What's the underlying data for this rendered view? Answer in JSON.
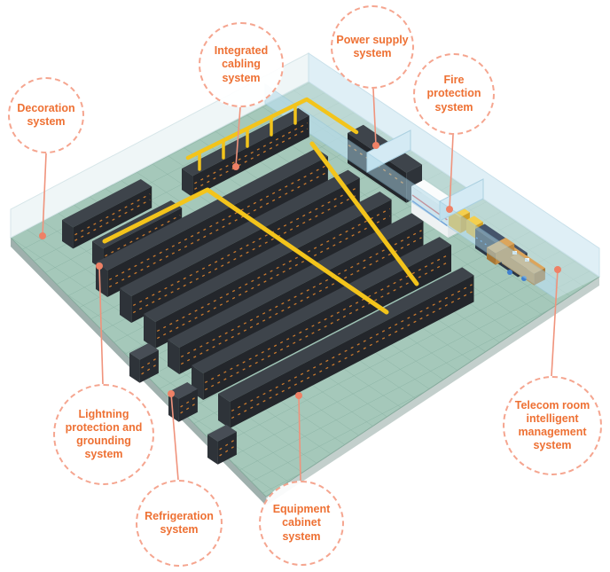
{
  "callouts": [
    {
      "id": "decoration-system",
      "label": "Decoration system"
    },
    {
      "id": "integrated-cabling-system",
      "label": "Integrated cabling system"
    },
    {
      "id": "power-supply-system",
      "label": "Power supply system"
    },
    {
      "id": "fire-protection-system",
      "label": "Fire protection system"
    },
    {
      "id": "lightning-protection-and-grounding-system",
      "label": "Lightning protection and grounding system"
    },
    {
      "id": "refrigeration-system",
      "label": "Refrigeration system"
    },
    {
      "id": "equipment-cabinet-system",
      "label": "Equipment cabinet system"
    },
    {
      "id": "telecom-room-intelligent-management-system",
      "label": "Telecom room intelligent management system"
    }
  ],
  "colors": {
    "callout_border": "#f5a58f",
    "callout_text": "#ee7134",
    "leader": "#f0937c",
    "leader_dot": "#ee8166",
    "floor": "#a5c8ba",
    "floor_grid": "#8cb4a5",
    "floor_edge_left": "#9fb0ad",
    "floor_edge_right": "#c3cfcc",
    "wall_left": "#eff6f7",
    "wall_right": "#dfeff6",
    "room_floor": "#cfe6ea",
    "glass_wall": "#aed7e8",
    "partition": "#d4eaf4",
    "cable_tray": "#f3c41b",
    "rack_front": "#23262b",
    "rack_top": "#3e444b",
    "rack_side": "#2e3339",
    "rack_led": "#c8792e",
    "cabinet_white": "#eef2f3",
    "cabinet_stripe_red": "#d94f4f",
    "cabinet_stripe_blue": "#4a7fd4",
    "fire_yellow": "#e6b52e",
    "telecom_rack": "#2b3645",
    "telecom_led": "#4a90d9",
    "desk_tan": "#dca55c",
    "chair_blue": "#3f7fd0"
  }
}
